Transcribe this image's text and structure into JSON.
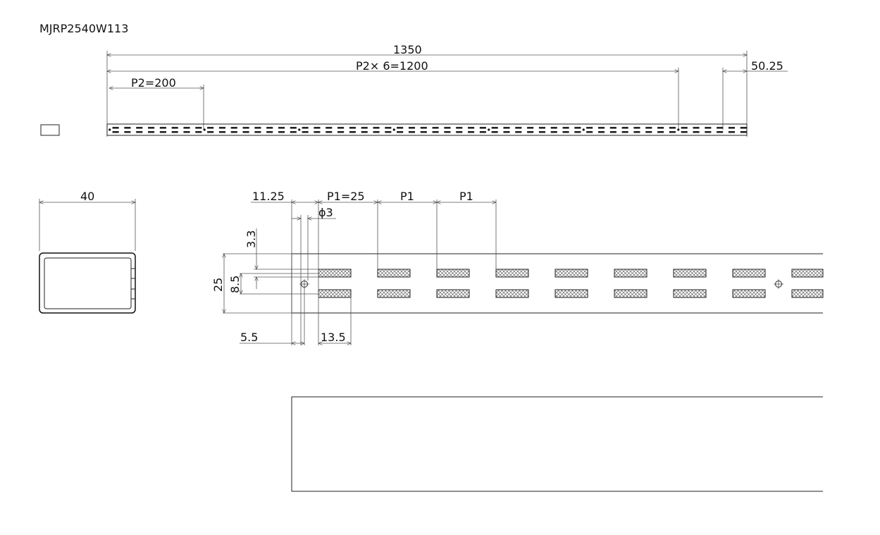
{
  "title": "MJRP2540W113",
  "dims": {
    "total_length": "1350",
    "p2_total": "P2× 6=1200",
    "p2": "P2=200",
    "end_offset": "50.25",
    "section_width": "40",
    "first_offset": "11.25",
    "p1": "P1=25",
    "p1_a": "P1",
    "p1_b": "P1",
    "hole_dia": "ϕ3",
    "slot_gap": "3.3",
    "height": "25",
    "slot_pitch_v": "8.5",
    "hole_offset": "5.5",
    "slot_length": "13.5"
  },
  "colors": {
    "line": "#222222",
    "hatch": "#666666"
  }
}
